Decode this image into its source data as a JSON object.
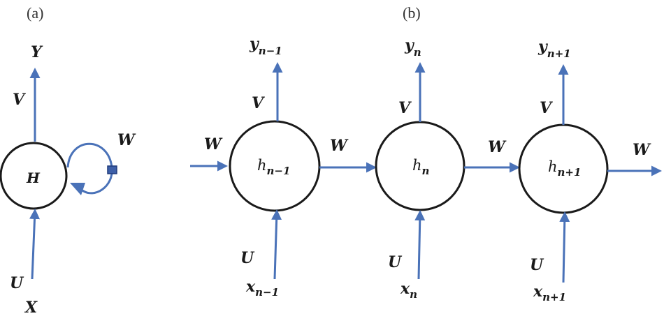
{
  "panels": {
    "a": {
      "caption": "(a)",
      "output": "Y",
      "output_weight": "V",
      "hidden": "H",
      "recurrent_weight": "W",
      "input_weight": "U",
      "input": "X"
    },
    "b": {
      "caption": "(b)",
      "in_weight": "W",
      "cells": [
        {
          "h_base": "h",
          "h_sub": "n−1",
          "y_base": "y",
          "y_sub": "n−1",
          "x_base": "x",
          "x_sub": "n−1",
          "v": "V",
          "u": "U",
          "w_out": "W"
        },
        {
          "h_base": "h",
          "h_sub": "n",
          "y_base": "y",
          "y_sub": "n",
          "x_base": "x",
          "x_sub": "n",
          "v": "V",
          "u": "U",
          "w_out": "W"
        },
        {
          "h_base": "h",
          "h_sub": "n+1",
          "y_base": "y",
          "y_sub": "n+1",
          "x_base": "x",
          "x_sub": "n+1",
          "v": "V",
          "u": "U",
          "w_out": "W"
        }
      ]
    }
  },
  "colors": {
    "arrow": "#4a72b8",
    "node_stroke": "#1a1a1a"
  }
}
